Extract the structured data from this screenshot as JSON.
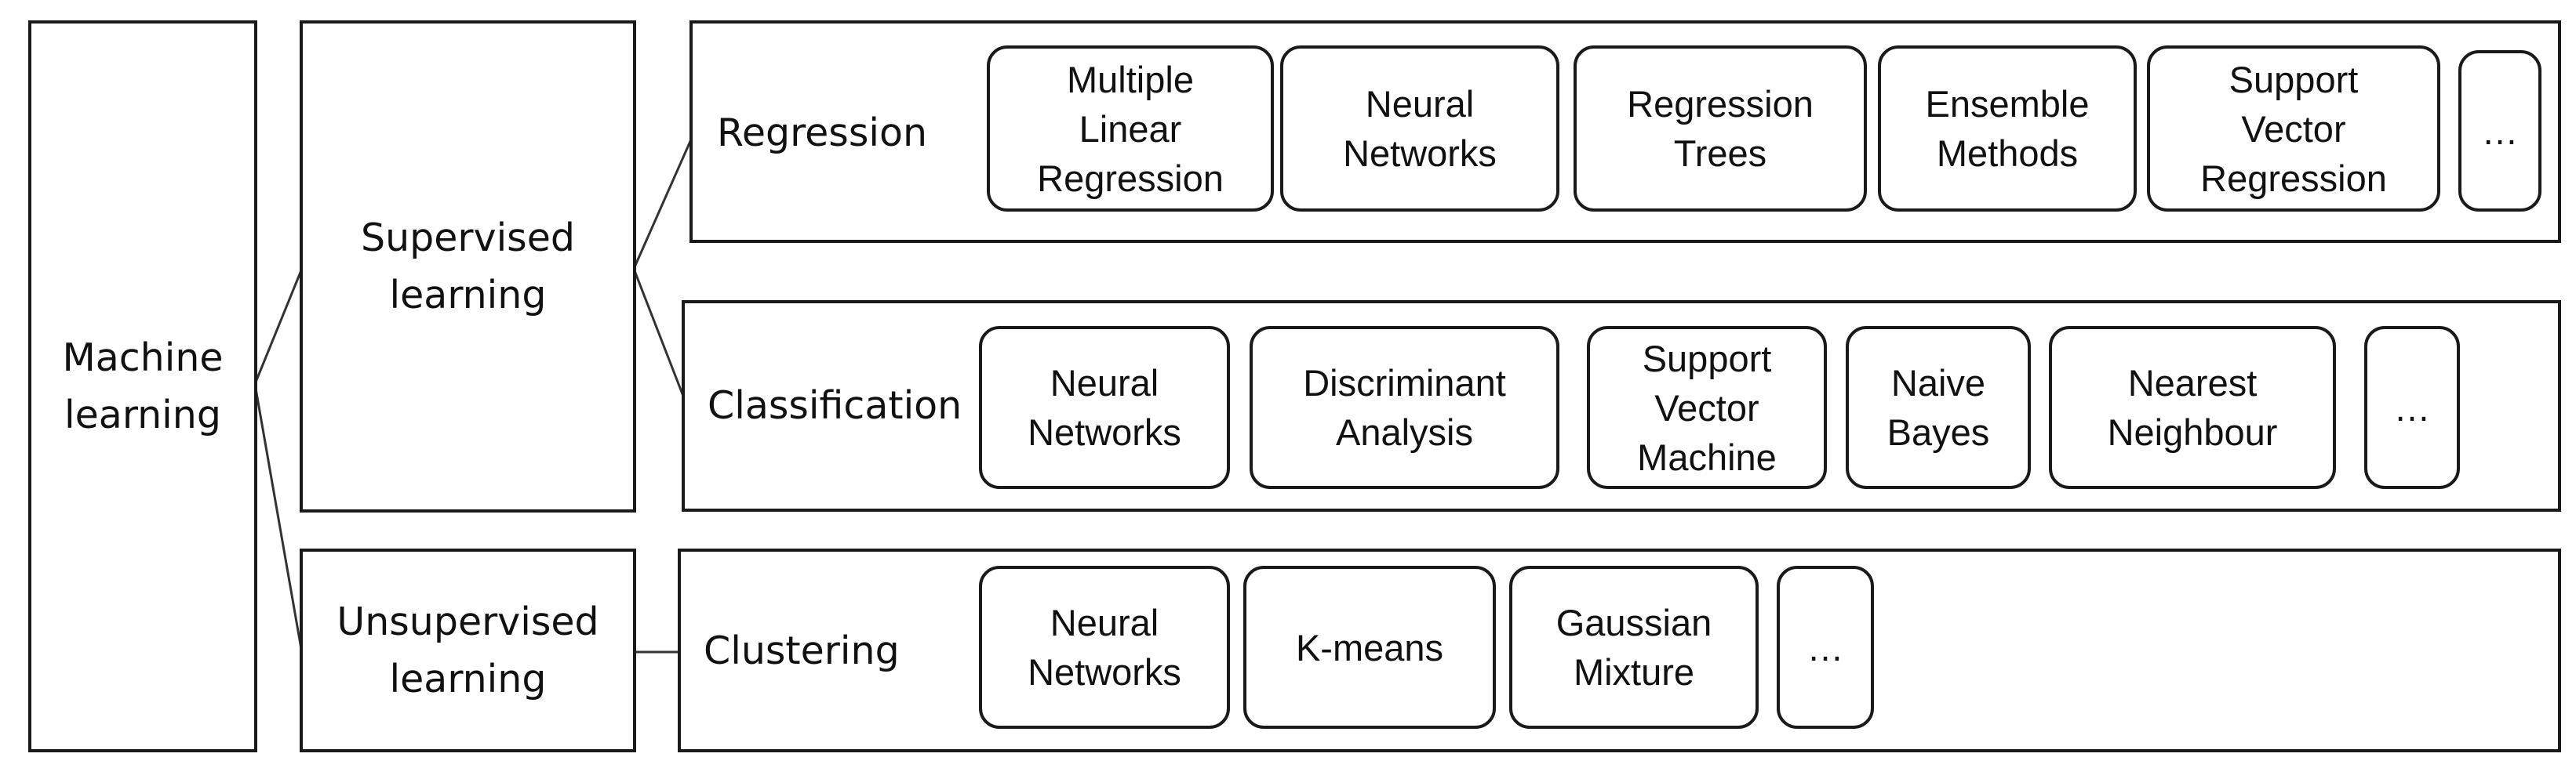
{
  "root": {
    "label": "Machine\nlearning"
  },
  "supervised": {
    "label": "Supervised\nlearning"
  },
  "unsupervised": {
    "label": "Unsupervised\nlearning"
  },
  "regression": {
    "label": "Regression",
    "methods": [
      "Multiple\nLinear\nRegression",
      "Neural\nNetworks",
      "Regression\nTrees",
      "Ensemble\nMethods",
      "Support\nVector\nRegression",
      "…"
    ]
  },
  "classification": {
    "label": "Classification",
    "methods": [
      "Neural\nNetworks",
      "Discriminant\nAnalysis",
      "Support\nVector\nMachine",
      "Naive\nBayes",
      "Nearest\nNeighbour",
      "…"
    ]
  },
  "clustering": {
    "label": "Clustering",
    "methods": [
      "Neural\nNetworks",
      "K-means",
      "Gaussian\nMixture",
      "…"
    ]
  }
}
